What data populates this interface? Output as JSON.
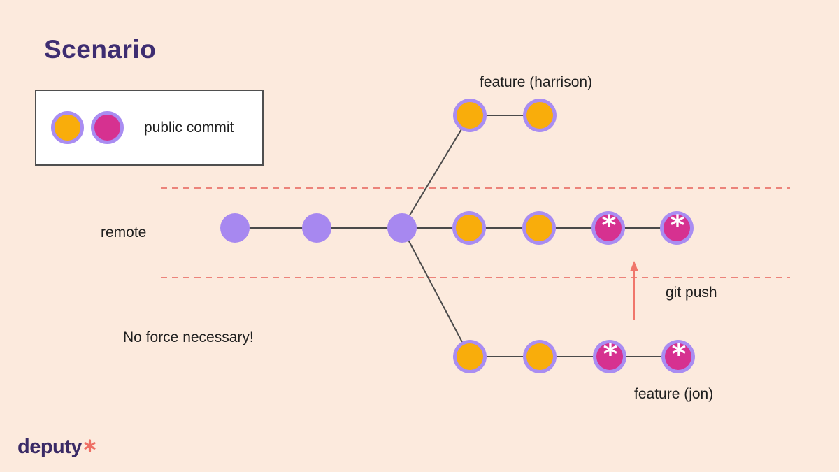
{
  "slide": {
    "title": "Scenario"
  },
  "legend": {
    "label": "public commit"
  },
  "labels": {
    "remote": "remote",
    "feature_harrison": "feature (harrison)",
    "feature_jon": "feature (jon)",
    "git_push": "git push",
    "note": "No force necessary!"
  },
  "logo": {
    "text": "deputy"
  },
  "colors": {
    "background": "#fceadd",
    "title": "#3e2d71",
    "remote_commit_purple": "#a788f0",
    "commit_ring": "#a98df2",
    "public_commit_orange": "#f9ad0b",
    "public_commit_pink": "#d63190",
    "graph_line": "#4a4a4a",
    "boundary_dashed": "#ec837a",
    "push_arrow": "#f0766b",
    "star": "#ffffff",
    "logo_mark": "#ee6f64"
  },
  "graph": {
    "star_glyph": "*",
    "branches": [
      {
        "name": "feature (harrison)",
        "row": "top",
        "commits": [
          {
            "type": "orange"
          },
          {
            "type": "orange"
          }
        ]
      },
      {
        "name": "remote",
        "row": "middle",
        "commits": [
          {
            "type": "purple"
          },
          {
            "type": "purple"
          },
          {
            "type": "purple"
          },
          {
            "type": "orange"
          },
          {
            "type": "orange"
          },
          {
            "type": "pink",
            "star": true
          },
          {
            "type": "pink",
            "star": true
          }
        ]
      },
      {
        "name": "feature (jon)",
        "row": "bottom",
        "commits": [
          {
            "type": "orange"
          },
          {
            "type": "orange"
          },
          {
            "type": "pink",
            "star": true
          },
          {
            "type": "pink",
            "star": true
          }
        ]
      }
    ]
  }
}
